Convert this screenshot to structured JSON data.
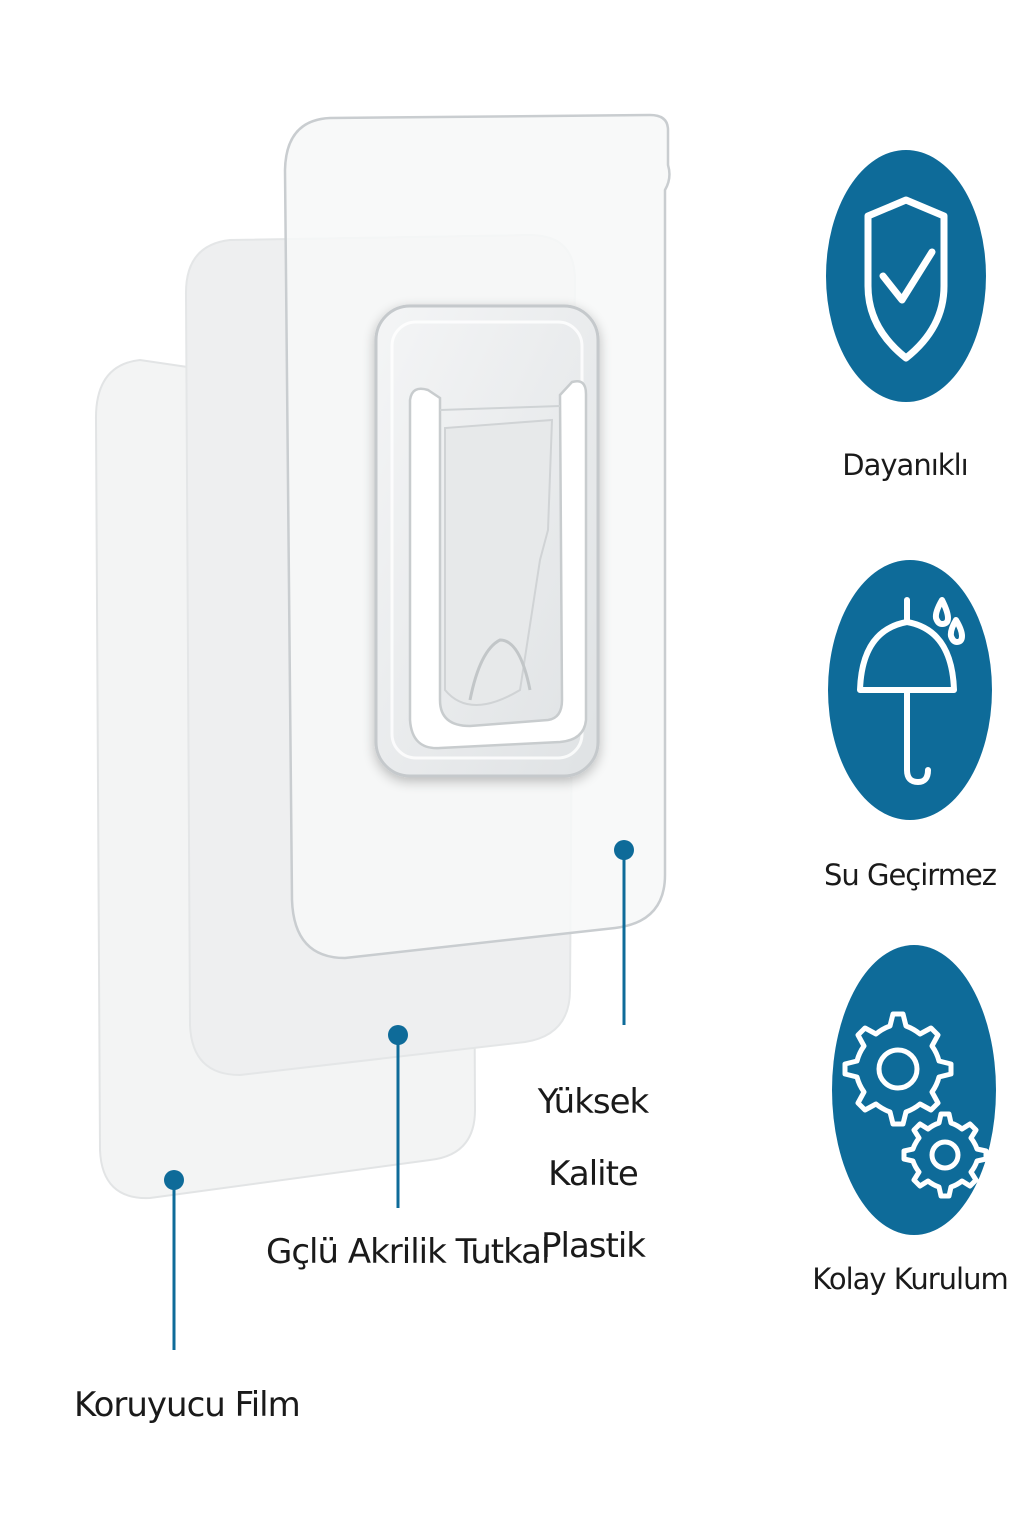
{
  "layers": {
    "film_label": "Koruyucu Film",
    "adhesive_label": "Gçlü Akrilik Tutkal",
    "plastic_label_line1": "Yüksek Kalite",
    "plastic_label_line2": "Plastik"
  },
  "features": [
    {
      "label": "Dayanıklı",
      "icon": "shield-check-icon"
    },
    {
      "label": "Su Geçirmez",
      "icon": "umbrella-rain-icon"
    },
    {
      "label": "Kolay Kurulum",
      "icon": "gears-icon"
    }
  ],
  "colors": {
    "accent": "#0e6b99",
    "accent_dark": "#0a5a82",
    "icon_stroke": "#ffffff",
    "text": "#1a1a1a"
  }
}
